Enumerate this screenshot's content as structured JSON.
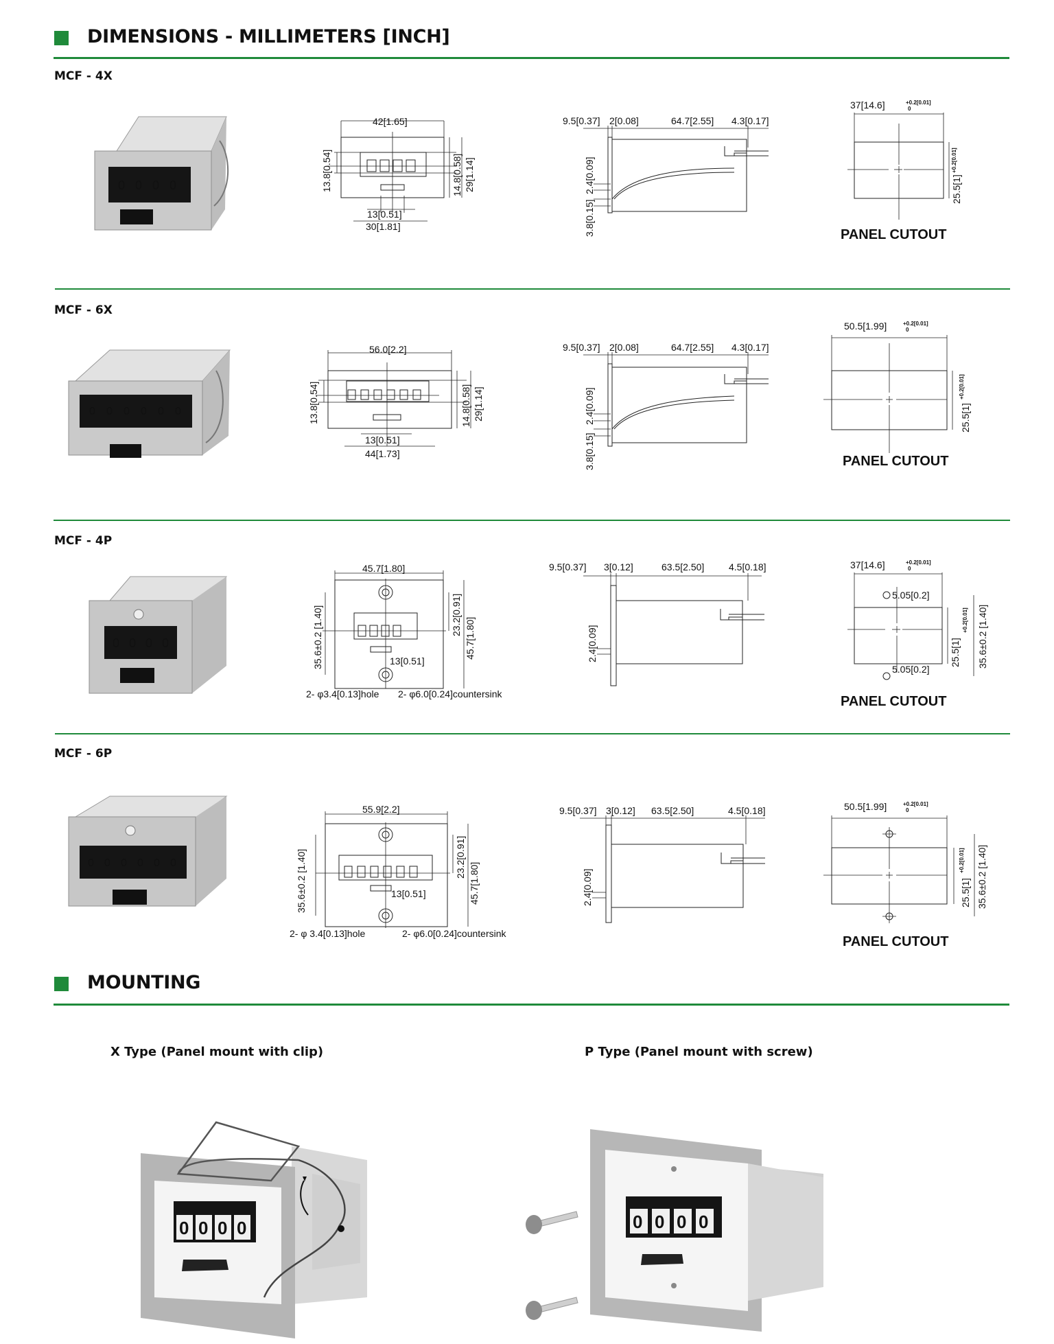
{
  "sections": {
    "dimensions_title": "DIMENSIONS - MILLIMETERS [INCH]",
    "mounting_title": "MOUNTING"
  },
  "models": [
    {
      "name": "MCF - 4X",
      "digits": [
        "0",
        "0",
        "0",
        "0"
      ],
      "front": {
        "width": "42[1.65]",
        "left": "13.8[0.54]",
        "right1": "14.8[0.58]",
        "right2": "29[1.14]",
        "bottom1": "13[0.51]",
        "bottom2": "30[1.81]"
      },
      "side": {
        "d1": "9.5[0.37]",
        "d2": "2[0.08]",
        "d3": "64.7[2.55]",
        "d4": "4.3[0.17]",
        "v1": "2.4[0.09]",
        "v2": "3.8[0.15]"
      },
      "cutout": {
        "width": "37[14.6]",
        "tol": "+0.2[0.01]",
        "tol_low": "0",
        "height": "25.5[1]",
        "caption": "PANEL CUTOUT"
      }
    },
    {
      "name": "MCF - 6X",
      "digits": [
        "0",
        "0",
        "0",
        "0",
        "0",
        "0"
      ],
      "front": {
        "width": "56.0[2.2]",
        "left": "13.8[0.54]",
        "right1": "14.8[0.58]",
        "right2": "29[1.14]",
        "bottom1": "13[0.51]",
        "bottom2": "44[1.73]"
      },
      "side": {
        "d1": "9.5[0.37]",
        "d2": "2[0.08]",
        "d3": "64.7[2.55]",
        "d4": "4.3[0.17]",
        "v1": "2.4[0.09]",
        "v2": "3.8[0.15]"
      },
      "cutout": {
        "width": "50.5[1.99]",
        "tol": "+0.2[0.01]",
        "tol_low": "0",
        "height": "25.5[1]",
        "caption": "PANEL CUTOUT"
      }
    },
    {
      "name": "MCF - 4P",
      "digits": [
        "0",
        "0",
        "0",
        "0"
      ],
      "front": {
        "width": "45.7[1.80]",
        "left": "35.6±0.2 [1.40]",
        "right1": "23.2[0.91]",
        "right2": "45.7[1.80]",
        "bottom1": "13[0.51]",
        "hole": "2- φ3.4[0.13]hole",
        "countersink": "2- φ6.0[0.24]countersink"
      },
      "side": {
        "d1": "9.5[0.37]",
        "d2": "3[0.12]",
        "d3": "63.5[2.50]",
        "d4": "4.5[0.18]",
        "v1": "2.4[0.09]"
      },
      "cutout": {
        "width": "37[14.6]",
        "tol": "+0.2[0.01]",
        "tol_low": "0",
        "height": "25.5[1]",
        "hole_off": "5.05[0.2]",
        "outer": "35.6±0.2 [1.40]",
        "caption": "PANEL CUTOUT"
      }
    },
    {
      "name": "MCF - 6P",
      "digits": [
        "0",
        "0",
        "0",
        "0",
        "0",
        "0"
      ],
      "front": {
        "width": "55.9[2.2]",
        "left": "35.6±0.2 [1.40]",
        "right1": "23.2[0.91]",
        "right2": "45.7[1.80]",
        "bottom1": "13[0.51]",
        "hole": "2- φ 3.4[0.13]hole",
        "countersink": "2- φ6.0[0.24]countersink"
      },
      "side": {
        "d1": "9.5[0.37]",
        "d2": "3[0.12]",
        "d3": "63.5[2.50]",
        "d4": "4.5[0.18]",
        "v1": "2.4[0.09]"
      },
      "cutout": {
        "width": "50.5[1.99]",
        "tol": "+0.2[0.01]",
        "tol_low": "0",
        "height": "25.5[1]",
        "outer": "35.6±0.2 [1.40]",
        "caption": "PANEL CUTOUT"
      }
    }
  ],
  "mounting": {
    "x_type": "X Type (Panel mount with clip)",
    "p_type": "P Type (Panel mount with screw)",
    "digits": [
      "0",
      "0",
      "0",
      "0"
    ]
  },
  "colors": {
    "accent": "#1f8a3a",
    "panel": "#b8b8b8",
    "counter_body": "#c7c7c7",
    "display": "#141414"
  }
}
